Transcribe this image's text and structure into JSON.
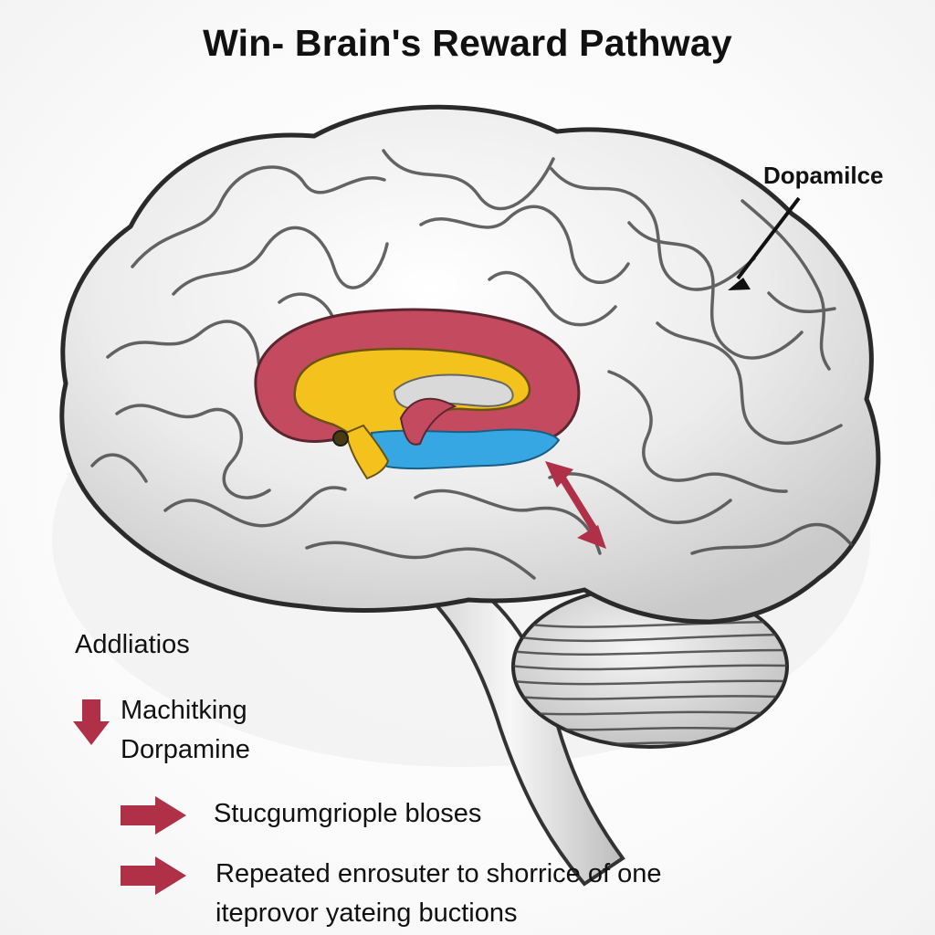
{
  "title": "Win- Brain's Reward Pathway",
  "labels": {
    "dopamine": "Dopamilce"
  },
  "legend": {
    "title": "Addliatios",
    "items": [
      {
        "line1": "Machitking",
        "line2": "Dorpamine",
        "icon": "down-arrow-icon",
        "color": "#b03047"
      },
      {
        "text": "Stucgumgriople bloses",
        "icon": "right-arrow-icon",
        "color": "#b03047"
      },
      {
        "text": "Repeated enrosuter to shorrice of one iteprovor yateing buctions",
        "icon": "right-arrow-icon",
        "color": "#b03047"
      }
    ]
  },
  "colors": {
    "brain_fill": "#e8e8e8",
    "brain_outline": "#222222",
    "pathway_red": "#c44a60",
    "pathway_yellow": "#f4c21c",
    "pathway_blue": "#36a7e3",
    "arrow_red": "#b03047"
  }
}
